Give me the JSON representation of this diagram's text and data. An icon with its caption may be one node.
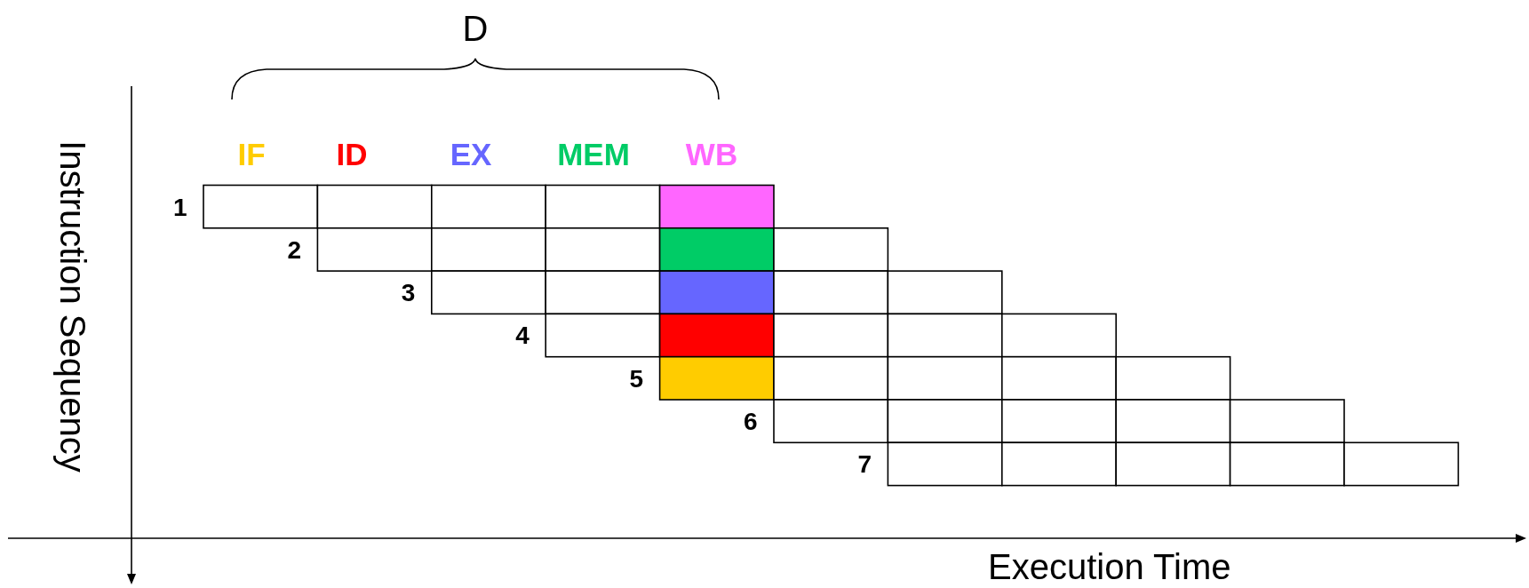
{
  "diagram": {
    "labels": [
      "D",
      "IF",
      "ID",
      "EX",
      "MEM",
      "WB",
      "1",
      "2",
      "3",
      "4",
      "5",
      "6",
      "7",
      "Instruction Sequency",
      "Execution Time"
    ]
  }
}
